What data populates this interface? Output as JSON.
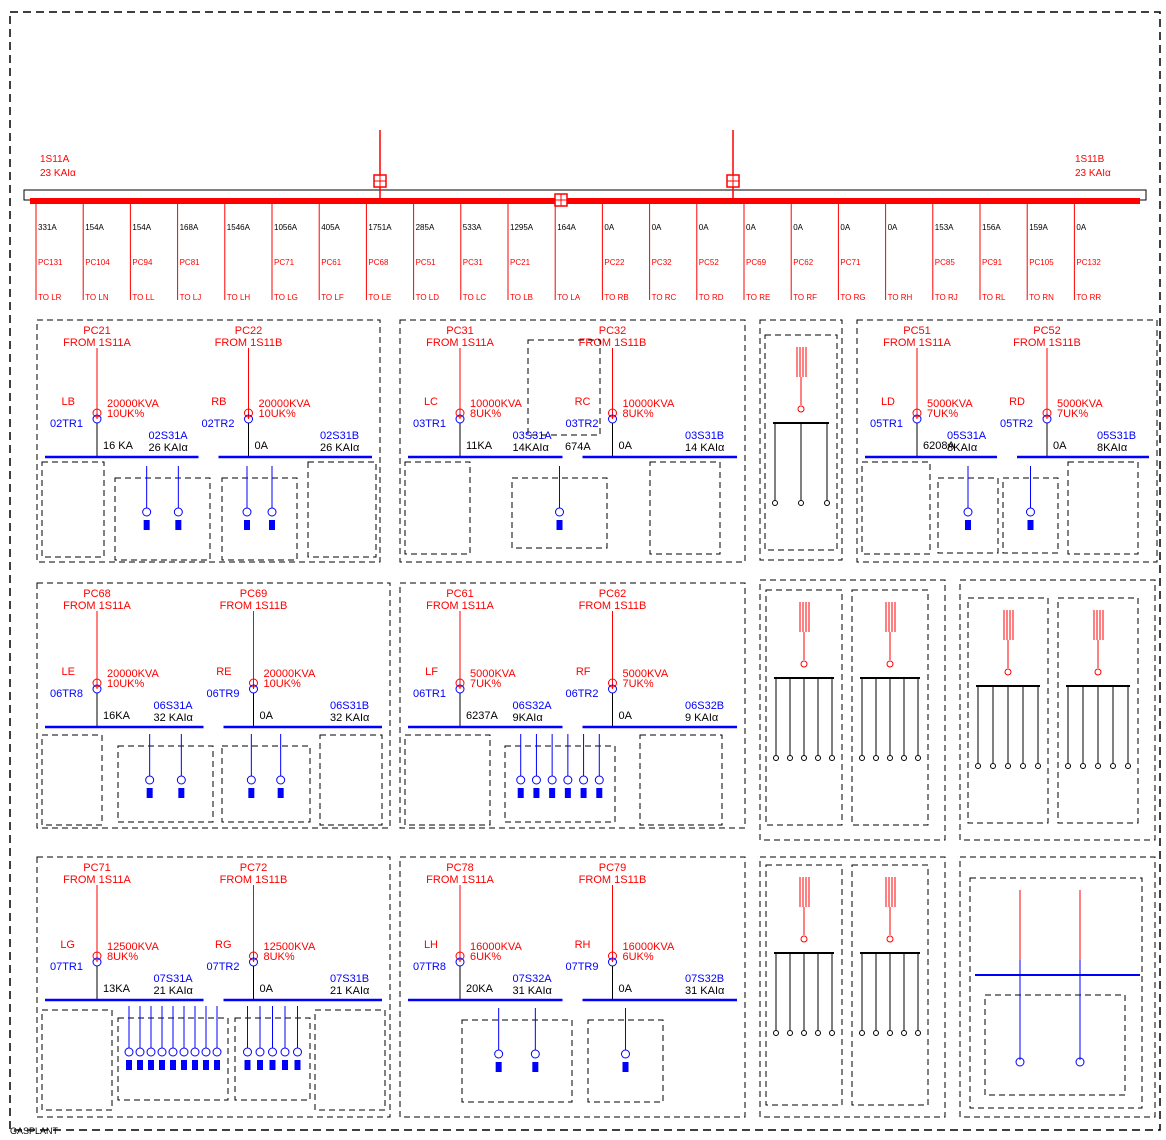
{
  "main_bus": {
    "left_name": "1S11A",
    "left_rating": "23 KAIα",
    "right_name": "1S11B",
    "right_rating": "23 KAIα",
    "color": "#ff0000"
  },
  "feeders": [
    {
      "amps": "331A",
      "pc": "PC131",
      "to": "TO LR"
    },
    {
      "amps": "154A",
      "pc": "PC104",
      "to": "TO LN"
    },
    {
      "amps": "154A",
      "pc": "PC94",
      "to": "TO LL"
    },
    {
      "amps": "168A",
      "pc": "PC81",
      "to": "TO LJ"
    },
    {
      "amps": "1546A",
      "pc": "",
      "to": "TO LH"
    },
    {
      "amps": "1056A",
      "pc": "PC71",
      "to": "TO LG"
    },
    {
      "amps": "405A",
      "pc": "PC61",
      "to": "TO LF"
    },
    {
      "amps": "1751A",
      "pc": "PC68",
      "to": "TO LE"
    },
    {
      "amps": "285A",
      "pc": "PC51",
      "to": "TO LD"
    },
    {
      "amps": "533A",
      "pc": "PC31",
      "to": "TO LC"
    },
    {
      "amps": "1295A",
      "pc": "PC21",
      "to": "TO LB"
    },
    {
      "amps": "164A",
      "pc": "",
      "to": "TO LA"
    },
    {
      "amps": "0A",
      "pc": "PC22",
      "to": "TO RB"
    },
    {
      "amps": "0A",
      "pc": "PC32",
      "to": "TO RC"
    },
    {
      "amps": "0A",
      "pc": "PC52",
      "to": "TO RD"
    },
    {
      "amps": "0A",
      "pc": "PC69",
      "to": "TO RE"
    },
    {
      "amps": "0A",
      "pc": "PC62",
      "to": "TO RF"
    },
    {
      "amps": "0A",
      "pc": "PC71",
      "to": "TO RG"
    },
    {
      "amps": "0A",
      "pc": "",
      "to": "TO RH"
    },
    {
      "amps": "153A",
      "pc": "PC85",
      "to": "TO RJ"
    },
    {
      "amps": "156A",
      "pc": "PC91",
      "to": "TO RL"
    },
    {
      "amps": "159A",
      "pc": "PC105",
      "to": "TO RN"
    },
    {
      "amps": "0A",
      "pc": "PC132",
      "to": "TO RR"
    }
  ],
  "substations": [
    {
      "left": {
        "pc": "PC21",
        "from": "FROM 1S11A",
        "breaker": "LB",
        "tr": "02TR1",
        "kva": "20000KVA",
        "uk": "10UK%",
        "amps": "16 KA",
        "bus": "02S31A",
        "ka": "26 KAIα"
      },
      "right": {
        "pc": "PC22",
        "from": "FROM 1S11B",
        "breaker": "RB",
        "tr": "02TR2",
        "kva": "20000KVA",
        "uk": "10UK%",
        "amps": "0A",
        "bus": "02S31B",
        "ka": "26 KAIα"
      }
    },
    {
      "left": {
        "pc": "PC31",
        "from": "FROM 1S11A",
        "breaker": "LC",
        "tr": "03TR1",
        "kva": "10000KVA",
        "uk": "8UK%",
        "amps": "11KA",
        "bus": "03S31A",
        "ka": "14KAIα"
      },
      "right": {
        "pc": "PC32",
        "from": "FROM 1S11B",
        "breaker": "RC",
        "tr": "03TR2",
        "kva": "10000KVA",
        "uk": "8UK%",
        "amps": "0A",
        "bus": "03S31B",
        "ka": "14 KAIα"
      },
      "mid_amps": "674A"
    },
    {
      "left": {
        "pc": "PC51",
        "from": "FROM 1S11A",
        "breaker": "LD",
        "tr": "05TR1",
        "kva": "5000KVA",
        "uk": "7UK%",
        "amps": "6208A",
        "bus": "05S31A",
        "ka": "8KAIα"
      },
      "right": {
        "pc": "PC52",
        "from": "FROM 1S11B",
        "breaker": "RD",
        "tr": "05TR2",
        "kva": "5000KVA",
        "uk": "7UK%",
        "amps": "0A",
        "bus": "05S31B",
        "ka": "8KAIα"
      }
    },
    {
      "left": {
        "pc": "PC68",
        "from": "FROM 1S11A",
        "breaker": "LE",
        "tr": "06TR8",
        "kva": "20000KVA",
        "uk": "10UK%",
        "amps": "16KA",
        "bus": "06S31A",
        "ka": "32 KAIα"
      },
      "right": {
        "pc": "PC69",
        "from": "FROM 1S11B",
        "breaker": "RE",
        "tr": "06TR9",
        "kva": "20000KVA",
        "uk": "10UK%",
        "amps": "0A",
        "bus": "06S31B",
        "ka": "32 KAIα"
      }
    },
    {
      "left": {
        "pc": "PC61",
        "from": "FROM 1S11A",
        "breaker": "LF",
        "tr": "06TR1",
        "kva": "5000KVA",
        "uk": "7UK%",
        "amps": "6237A",
        "bus": "06S32A",
        "ka": "9KAIα"
      },
      "right": {
        "pc": "PC62",
        "from": "FROM 1S11B",
        "breaker": "RF",
        "tr": "06TR2",
        "kva": "5000KVA",
        "uk": "7UK%",
        "amps": "0A",
        "bus": "06S32B",
        "ka": "9 KAIα"
      }
    },
    {
      "left": {
        "pc": "PC71",
        "from": "FROM 1S11A",
        "breaker": "LG",
        "tr": "07TR1",
        "kva": "12500KVA",
        "uk": "8UK%",
        "amps": "13KA",
        "bus": "07S31A",
        "ka": "21 KAIα"
      },
      "right": {
        "pc": "PC72",
        "from": "FROM 1S11B",
        "breaker": "RG",
        "tr": "07TR2",
        "kva": "12500KVA",
        "uk": "8UK%",
        "amps": "0A",
        "bus": "07S31B",
        "ka": "21 KAIα"
      }
    },
    {
      "left": {
        "pc": "PC78",
        "from": "FROM 1S11A",
        "breaker": "LH",
        "tr": "07TR8",
        "kva": "16000KVA",
        "uk": "6UK%",
        "amps": "20KA",
        "bus": "07S32A",
        "ka": "31 KAIα"
      },
      "right": {
        "pc": "PC79",
        "from": "FROM 1S11B",
        "breaker": "RH",
        "tr": "07TR9",
        "kva": "16000KVA",
        "uk": "6UK%",
        "amps": "0A",
        "bus": "07S32B",
        "ka": "31 KAIα"
      }
    }
  ],
  "colors": {
    "red": "#ff0000",
    "blue": "#0000ff",
    "black": "#000000"
  },
  "footer_label": "GASPLANT"
}
